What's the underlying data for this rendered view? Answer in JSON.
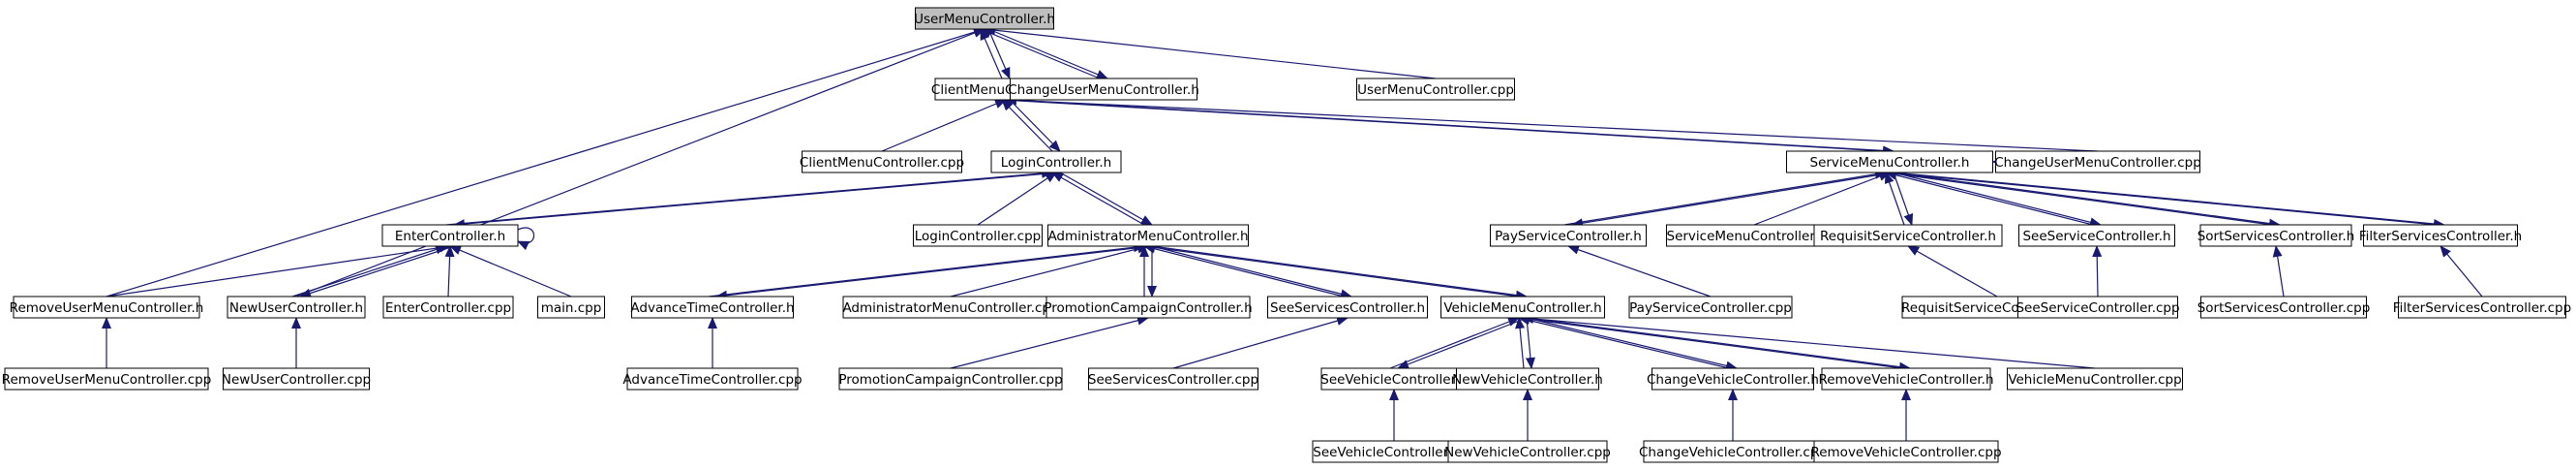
{
  "colors": {
    "edge": "#191970",
    "node_border": "#000000",
    "node_fill": "#ffffff",
    "root_fill": "#bfbfbf",
    "text": "#000000"
  },
  "nodes": [
    {
      "id": "n1",
      "label": "UserMenuController.h"
    },
    {
      "id": "n2",
      "label": "ClientMenuController.h"
    },
    {
      "id": "n3",
      "label": "ChangeUserMenuController.h"
    },
    {
      "id": "n4",
      "label": "UserMenuController.cpp"
    },
    {
      "id": "n5",
      "label": "ClientMenuController.cpp"
    },
    {
      "id": "n6",
      "label": "LoginController.h"
    },
    {
      "id": "n7",
      "label": "ServiceMenuController.h"
    },
    {
      "id": "n8",
      "label": "ChangeUserMenuController.cpp"
    },
    {
      "id": "n9",
      "label": "EnterController.h"
    },
    {
      "id": "n10",
      "label": "LoginController.cpp"
    },
    {
      "id": "n11",
      "label": "AdministratorMenuController.h"
    },
    {
      "id": "n12",
      "label": "PayServiceController.h"
    },
    {
      "id": "n13",
      "label": "ServiceMenuController.cpp"
    },
    {
      "id": "n14",
      "label": "RequisitServiceController.h"
    },
    {
      "id": "n15",
      "label": "SeeServiceController.h"
    },
    {
      "id": "n16",
      "label": "SortServicesController.h"
    },
    {
      "id": "n17",
      "label": "FilterServicesController.h"
    },
    {
      "id": "n18",
      "label": "RemoveUserMenuController.h"
    },
    {
      "id": "n19",
      "label": "NewUserController.h"
    },
    {
      "id": "n20",
      "label": "EnterController.cpp"
    },
    {
      "id": "n21",
      "label": "main.cpp"
    },
    {
      "id": "n22",
      "label": "AdvanceTimeController.h"
    },
    {
      "id": "n23",
      "label": "AdministratorMenuController.cpp"
    },
    {
      "id": "n24",
      "label": "PromotionCampaignController.h"
    },
    {
      "id": "n25",
      "label": "SeeServicesController.h"
    },
    {
      "id": "n26",
      "label": "VehicleMenuController.h"
    },
    {
      "id": "n27",
      "label": "PayServiceController.cpp"
    },
    {
      "id": "n28",
      "label": "RequisitServiceController.cpp"
    },
    {
      "id": "n29",
      "label": "SeeServiceController.cpp"
    },
    {
      "id": "n30",
      "label": "SortServicesController.cpp"
    },
    {
      "id": "n31",
      "label": "FilterServicesController.cpp"
    },
    {
      "id": "n32",
      "label": "RemoveUserMenuController.cpp"
    },
    {
      "id": "n33",
      "label": "NewUserController.cpp"
    },
    {
      "id": "n34",
      "label": "AdvanceTimeController.cpp"
    },
    {
      "id": "n35",
      "label": "PromotionCampaignController.cpp"
    },
    {
      "id": "n36",
      "label": "SeeServicesController.cpp"
    },
    {
      "id": "n37",
      "label": "SeeVehicleController.h"
    },
    {
      "id": "n38",
      "label": "NewVehicleController.h"
    },
    {
      "id": "n39",
      "label": "ChangeVehicleController.h"
    },
    {
      "id": "n40",
      "label": "RemoveVehicleController.h"
    },
    {
      "id": "n41",
      "label": "VehicleMenuController.cpp"
    },
    {
      "id": "n42",
      "label": "SeeVehicleController.cpp"
    },
    {
      "id": "n43",
      "label": "NewVehicleController.cpp"
    },
    {
      "id": "n44",
      "label": "ChangeVehicleController.cpp"
    },
    {
      "id": "n45",
      "label": "RemoveVehicleController.cpp"
    }
  ],
  "edges": [
    [
      "n2",
      "n1"
    ],
    [
      "n1",
      "n2"
    ],
    [
      "n3",
      "n1"
    ],
    [
      "n1",
      "n3"
    ],
    [
      "n4",
      "n1"
    ],
    [
      "n18",
      "n1"
    ],
    [
      "n19",
      "n1"
    ],
    [
      "n5",
      "n2"
    ],
    [
      "n6",
      "n2"
    ],
    [
      "n2",
      "n6"
    ],
    [
      "n3",
      "n2"
    ],
    [
      "n7",
      "n2"
    ],
    [
      "n2",
      "n7"
    ],
    [
      "n8",
      "n2"
    ],
    [
      "n9",
      "n6"
    ],
    [
      "n6",
      "n9"
    ],
    [
      "n10",
      "n6"
    ],
    [
      "n11",
      "n6"
    ],
    [
      "n6",
      "n11"
    ],
    [
      "n9",
      "n9"
    ],
    [
      "n18",
      "n9"
    ],
    [
      "n19",
      "n9"
    ],
    [
      "n9",
      "n19"
    ],
    [
      "n20",
      "n9"
    ],
    [
      "n21",
      "n9"
    ],
    [
      "n22",
      "n11"
    ],
    [
      "n11",
      "n22"
    ],
    [
      "n23",
      "n11"
    ],
    [
      "n24",
      "n11"
    ],
    [
      "n11",
      "n24"
    ],
    [
      "n25",
      "n11"
    ],
    [
      "n11",
      "n25"
    ],
    [
      "n26",
      "n11"
    ],
    [
      "n11",
      "n26"
    ],
    [
      "n8",
      "n7"
    ],
    [
      "n12",
      "n7"
    ],
    [
      "n7",
      "n12"
    ],
    [
      "n13",
      "n7"
    ],
    [
      "n14",
      "n7"
    ],
    [
      "n7",
      "n14"
    ],
    [
      "n15",
      "n7"
    ],
    [
      "n7",
      "n15"
    ],
    [
      "n16",
      "n7"
    ],
    [
      "n7",
      "n16"
    ],
    [
      "n17",
      "n7"
    ],
    [
      "n7",
      "n17"
    ],
    [
      "n27",
      "n12"
    ],
    [
      "n28",
      "n14"
    ],
    [
      "n29",
      "n15"
    ],
    [
      "n30",
      "n16"
    ],
    [
      "n31",
      "n17"
    ],
    [
      "n32",
      "n18"
    ],
    [
      "n33",
      "n19"
    ],
    [
      "n34",
      "n22"
    ],
    [
      "n35",
      "n24"
    ],
    [
      "n36",
      "n25"
    ],
    [
      "n37",
      "n26"
    ],
    [
      "n26",
      "n37"
    ],
    [
      "n38",
      "n26"
    ],
    [
      "n26",
      "n38"
    ],
    [
      "n39",
      "n26"
    ],
    [
      "n26",
      "n39"
    ],
    [
      "n40",
      "n26"
    ],
    [
      "n26",
      "n40"
    ],
    [
      "n41",
      "n26"
    ],
    [
      "n42",
      "n37"
    ],
    [
      "n43",
      "n38"
    ],
    [
      "n44",
      "n39"
    ],
    [
      "n45",
      "n40"
    ]
  ]
}
